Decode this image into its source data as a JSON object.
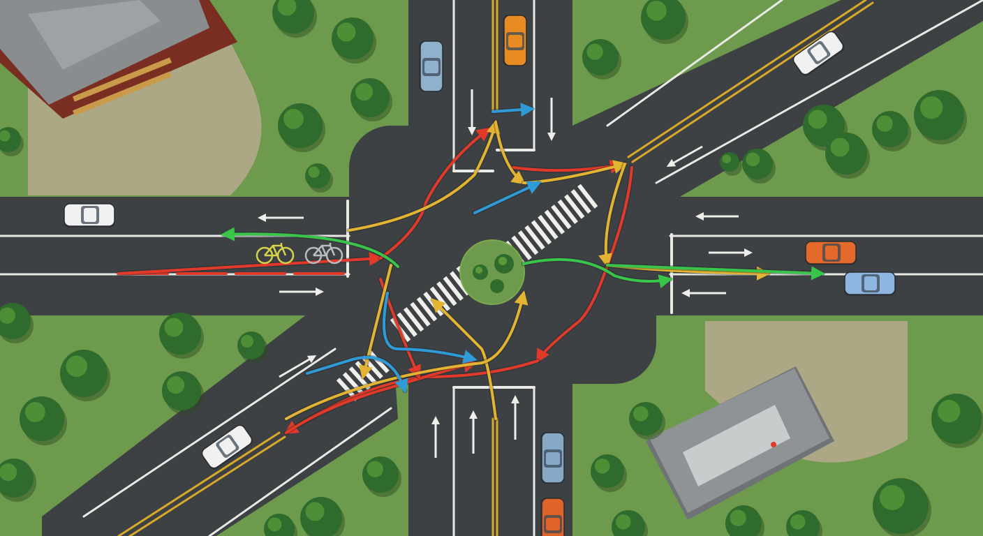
{
  "scene": {
    "kind": "intersection-traffic-flow-illustration",
    "colors": {
      "grass": "#6d9a4c",
      "grass_dark": "#4f7d37",
      "sidewalk": "#b9aa93",
      "asphalt": "#3e4144",
      "lane_white": "#e9e9e6",
      "lane_yellow": "#d9a92a",
      "tree": "#2f6b2c",
      "tree_light": "#5a9a3a",
      "building_roof": "#8a8d90",
      "building_wall": "#7a2e22",
      "path_red": "#e23a2a",
      "path_yellow": "#e3b431",
      "path_green": "#39c44a",
      "path_blue": "#2f9bd6"
    },
    "legend_present": false,
    "visible_text": []
  },
  "path_groups": [
    {
      "name": "red",
      "color_key": "path_red",
      "count": 7
    },
    {
      "name": "yellow",
      "color_key": "path_yellow",
      "count": 8
    },
    {
      "name": "green",
      "color_key": "path_green",
      "count": 3
    },
    {
      "name": "blue",
      "color_key": "path_blue",
      "count": 4
    }
  ],
  "vehicles": [
    {
      "id": "car-north-orange",
      "color": "#e88b22"
    },
    {
      "id": "car-north-blue",
      "color": "#8fb1cc"
    },
    {
      "id": "car-northeast-white",
      "color": "#f1f1f1"
    },
    {
      "id": "car-west-white",
      "color": "#f1f1f1"
    },
    {
      "id": "car-east-orange",
      "color": "#e36a2a"
    },
    {
      "id": "car-east-blue",
      "color": "#8eb6e0"
    },
    {
      "id": "car-southwest-white",
      "color": "#f1f1f1"
    },
    {
      "id": "car-south-blue",
      "color": "#87a9c8"
    },
    {
      "id": "car-south-orange",
      "color": "#e0632a"
    }
  ],
  "bicycles": [
    {
      "id": "bike-yellow",
      "color": "#d7d24c"
    },
    {
      "id": "bike-gray",
      "color": "#b9bcc0"
    }
  ]
}
